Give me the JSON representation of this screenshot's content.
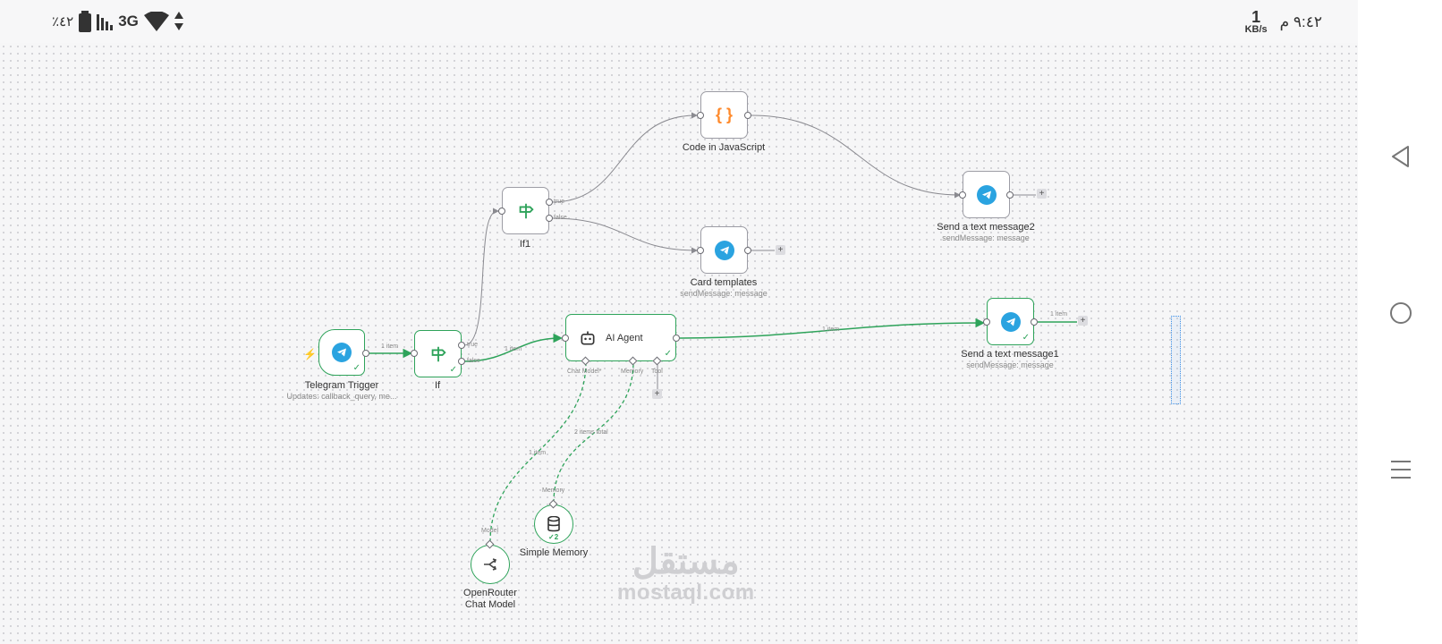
{
  "status_bar": {
    "battery_percent": "٪٤٢",
    "network": "3G",
    "speed_value": "1",
    "speed_unit": "KB/s",
    "time": "٩:٤٢ م"
  },
  "nodes": {
    "telegram_trigger": {
      "label": "Telegram Trigger",
      "subtitle": "Updates: callback_query, me..."
    },
    "if": {
      "label": "If",
      "port_true": "true",
      "port_false": "false"
    },
    "if1": {
      "label": "If1",
      "port_true": "true",
      "port_false": "false"
    },
    "code_js": {
      "label": "Code in JavaScript",
      "icon_text": "{ }"
    },
    "card_templates": {
      "label": "Card templates",
      "subtitle": "sendMessage: message"
    },
    "send_text_2": {
      "label": "Send a text message2",
      "subtitle": "sendMessage: message"
    },
    "ai_agent": {
      "label": "AI Agent",
      "port_chat_model": "Chat Model*",
      "port_memory": "Memory",
      "port_tool": "Tool"
    },
    "send_text_1": {
      "label": "Send a text message1",
      "subtitle": "sendMessage: message"
    },
    "simple_memory": {
      "label": "Simple Memory",
      "port_label": "Memory",
      "count": "2"
    },
    "openrouter": {
      "label": "OpenRouter Chat Model",
      "port_label": "Model"
    }
  },
  "connections": {
    "trigger_to_if": "1 item",
    "if_to_agent": "1 item",
    "agent_to_send1": "1 item",
    "send1_out": "1 item",
    "model_to_agent": "1 item",
    "memory_to_agent": "2 items total"
  },
  "add_button": "+",
  "watermark": {
    "arabic": "مستقل",
    "latin": "mostaql.com"
  }
}
